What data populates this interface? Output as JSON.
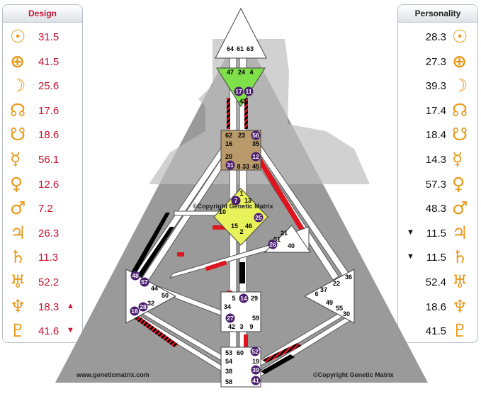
{
  "design": {
    "title": "Design",
    "rows": [
      {
        "symbol": "☉",
        "icon": "sun-icon",
        "value": "31.5",
        "arrow": ""
      },
      {
        "symbol": "⊕",
        "icon": "earth-icon",
        "value": "41.5",
        "arrow": ""
      },
      {
        "symbol": "☽",
        "icon": "moon-icon",
        "value": "25.6",
        "arrow": ""
      },
      {
        "symbol": "☊",
        "icon": "north-node-icon",
        "value": "17.6",
        "arrow": ""
      },
      {
        "symbol": "☋",
        "icon": "south-node-icon",
        "value": "18.6",
        "arrow": ""
      },
      {
        "symbol": "☿",
        "icon": "mercury-icon",
        "value": "56.1",
        "arrow": ""
      },
      {
        "symbol": "♀",
        "icon": "venus-icon",
        "value": "12.6",
        "arrow": ""
      },
      {
        "symbol": "♂",
        "icon": "mars-icon",
        "value": "7.2",
        "arrow": ""
      },
      {
        "symbol": "♃",
        "icon": "jupiter-icon",
        "value": "26.3",
        "arrow": ""
      },
      {
        "symbol": "♄",
        "icon": "saturn-icon",
        "value": "11.3",
        "arrow": ""
      },
      {
        "symbol": "♅",
        "icon": "uranus-icon",
        "value": "52.2",
        "arrow": ""
      },
      {
        "symbol": "♆",
        "icon": "neptune-icon",
        "value": "18.3",
        "arrow": "▲"
      },
      {
        "symbol": "♇",
        "icon": "pluto-icon",
        "value": "41.6",
        "arrow": "▼"
      }
    ]
  },
  "personality": {
    "title": "Personality",
    "rows": [
      {
        "symbol": "☉",
        "icon": "sun-icon",
        "value": "28.3",
        "arrow": ""
      },
      {
        "symbol": "⊕",
        "icon": "earth-icon",
        "value": "27.3",
        "arrow": ""
      },
      {
        "symbol": "☽",
        "icon": "moon-icon",
        "value": "39.3",
        "arrow": ""
      },
      {
        "symbol": "☊",
        "icon": "north-node-icon",
        "value": "17.4",
        "arrow": ""
      },
      {
        "symbol": "☋",
        "icon": "south-node-icon",
        "value": "18.4",
        "arrow": ""
      },
      {
        "symbol": "☿",
        "icon": "mercury-icon",
        "value": "14.3",
        "arrow": ""
      },
      {
        "symbol": "♀",
        "icon": "venus-icon",
        "value": "57.3",
        "arrow": ""
      },
      {
        "symbol": "♂",
        "icon": "mars-icon",
        "value": "48.3",
        "arrow": ""
      },
      {
        "symbol": "♃",
        "icon": "jupiter-icon",
        "value": "11.5",
        "arrow": "▼"
      },
      {
        "symbol": "♄",
        "icon": "saturn-icon",
        "value": "11.5",
        "arrow": "▼"
      },
      {
        "symbol": "♅",
        "icon": "uranus-icon",
        "value": "52.4",
        "arrow": ""
      },
      {
        "symbol": "♆",
        "icon": "neptune-icon",
        "value": "18.6",
        "arrow": ""
      },
      {
        "symbol": "♇",
        "icon": "pluto-icon",
        "value": "41.5",
        "arrow": ""
      }
    ]
  },
  "chart": {
    "copyright_center": "©Copyright Genetic Matrix",
    "website": "www.geneticmatrix.com",
    "copyright_bottom": "©Copyright Genetic Matrix",
    "colors": {
      "defined_head": "#7fe04a",
      "defined_identity": "#e8f25a",
      "defined_throat": "#b89a6b",
      "design_red": "#e0141e",
      "personality_black": "#000000",
      "body_gray": "#9a9a9a",
      "active_gate": "#4b1e6e"
    }
  },
  "gates": {
    "head": [
      "64",
      "61",
      "63"
    ],
    "ajna": [
      "47",
      "24",
      "4",
      "17",
      "11",
      "43"
    ],
    "throat": [
      "62",
      "23",
      "56",
      "16",
      "35",
      "20",
      "12",
      "31",
      "8",
      "33",
      "45"
    ],
    "g": [
      "1",
      "7",
      "13",
      "10",
      "25",
      "15",
      "46",
      "2"
    ],
    "ego": [
      "21",
      "51",
      "26",
      "40"
    ],
    "spleen": [
      "48",
      "57",
      "44",
      "50",
      "32",
      "28",
      "18"
    ],
    "sacral": [
      "5",
      "14",
      "29",
      "34",
      "27",
      "59",
      "42",
      "3",
      "9"
    ],
    "solar": [
      "36",
      "22",
      "6",
      "37",
      "49",
      "55",
      "30"
    ],
    "root": [
      "53",
      "60",
      "52",
      "54",
      "19",
      "38",
      "39",
      "58",
      "41"
    ]
  }
}
